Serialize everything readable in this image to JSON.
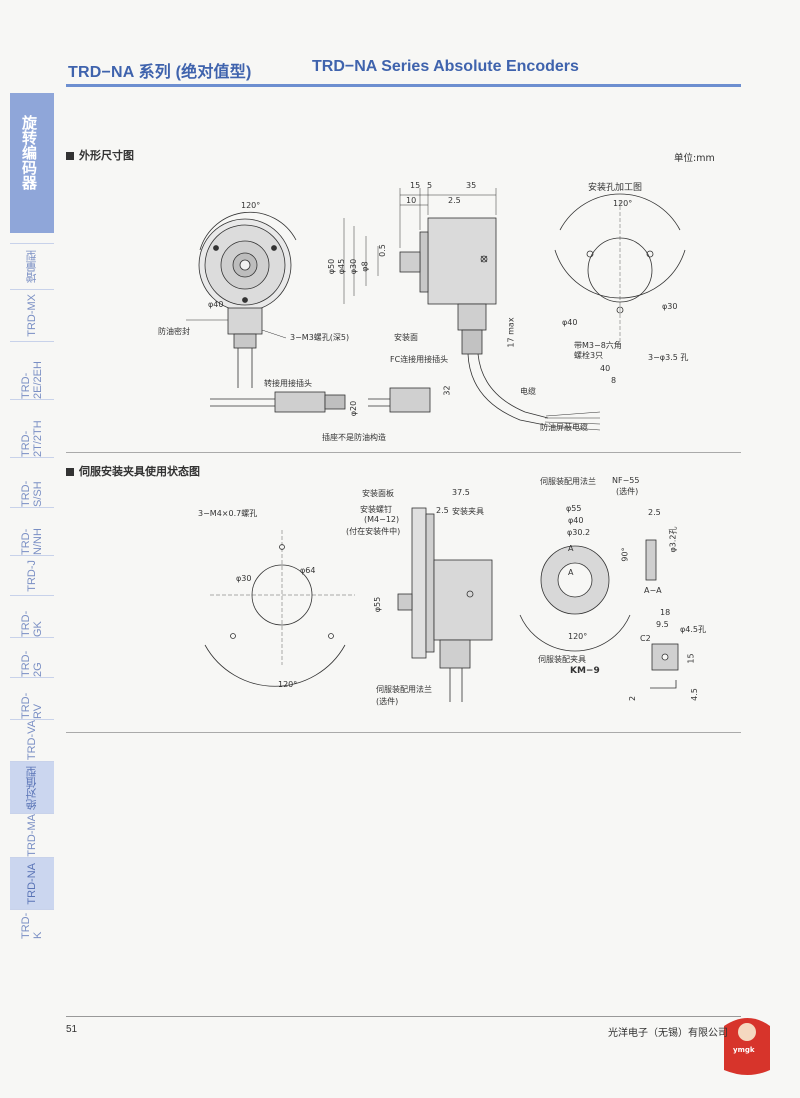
{
  "header": {
    "title_cn": "TRD−NA 系列 (绝对值型)",
    "title_en": "TRD−NA Series Absolute Encoders"
  },
  "sidebar": {
    "main_label": "旋转编码器",
    "items": [
      {
        "label": "增量型"
      },
      {
        "label": "TRD-MX"
      },
      {
        "label": "TRD-2E/2EH"
      },
      {
        "label": "TRD-2T/2TH"
      },
      {
        "label": "TRD-S/SH"
      },
      {
        "label": "TRD-N/NH"
      },
      {
        "label": "TRD-J"
      },
      {
        "label": "TRD-GK"
      },
      {
        "label": "TRD-2G"
      },
      {
        "label": "TRD-RV"
      },
      {
        "label": "TRD-VA"
      },
      {
        "label": "绝对值型"
      },
      {
        "label": "TRD-MA"
      },
      {
        "label": "TRD-NA"
      },
      {
        "label": "TRD-K"
      }
    ]
  },
  "section1": {
    "title": "外形尺寸图",
    "unit": "单位:mm",
    "labels": {
      "angle_120a": "120°",
      "phi40a": "φ40",
      "oil_seal": "防油密封",
      "m3_screw": "3−M3螺孔(深5)",
      "dim15": "15",
      "dim5": "5",
      "dim35": "35",
      "dim10": "10",
      "dim25a": "2.5",
      "phi50": "φ50",
      "phi45": "φ45",
      "phi30": "φ30",
      "phi8": "φ8",
      "dim05": "0.5",
      "mount_face": "安装面",
      "dim17max": "17 max",
      "hole_title": "安装孔加工图",
      "angle_120b": "120°",
      "phi40b": "φ40",
      "phi30b": "φ30",
      "hex_bolt": "带M3−8六角",
      "hex_bolt2": "螺栓3只",
      "hole35": "3−φ3.5 孔",
      "conv_plug": "转接用接插头",
      "fc_plug": "FC连接用接插头",
      "dim32": "32",
      "phi20": "φ20",
      "cable": "电缆",
      "dim40": "40",
      "dim8": "8",
      "shield_cable": "防油屏蔽电缆",
      "no_oil": "插座不是防油构造"
    }
  },
  "section2": {
    "title": "伺服安装夹具使用状态图",
    "labels": {
      "m4_hole": "3−M4×0.7螺孔",
      "phi30c": "φ30",
      "phi64": "φ64",
      "angle_120c": "120°",
      "panel": "安装面板",
      "screw": "安装螺钉",
      "screw_spec": "(M4−12)",
      "screw_note": "(付在安装件中)",
      "clamp": "安装夹具",
      "dim375": "37.5",
      "dim25b": "2.5",
      "phi55a": "φ55",
      "flange": "伺服装配用法兰",
      "flange_opt": "(选件)",
      "nf_title": "伺服装配用法兰",
      "nf_model": "NF−55",
      "nf_opt": "(选件)",
      "phi55b": "φ55",
      "phi40c": "φ40",
      "phi302": "φ30.2",
      "dimA": "A",
      "dimA2": "A",
      "angle_90": "90°",
      "dim25c": "2.5",
      "phi32": "φ3.2孔",
      "aa": "A−A",
      "angle_120d": "120°",
      "km_title": "伺服装配夹具",
      "km_model": "KM−9",
      "dim18": "18",
      "dim95": "9.5",
      "c2": "C2",
      "phi45": "φ4.5孔",
      "dim15b": "15",
      "dim2": "2",
      "dim45": "4.5"
    }
  },
  "footer": {
    "page": "51",
    "company": "光洋电子（无锡）有限公司",
    "logo_text": "ymgk"
  },
  "colors": {
    "brand": "#3f63ad",
    "sidebar_main": "#8fa6d9",
    "sidebar_active": "#cbd6ef"
  }
}
